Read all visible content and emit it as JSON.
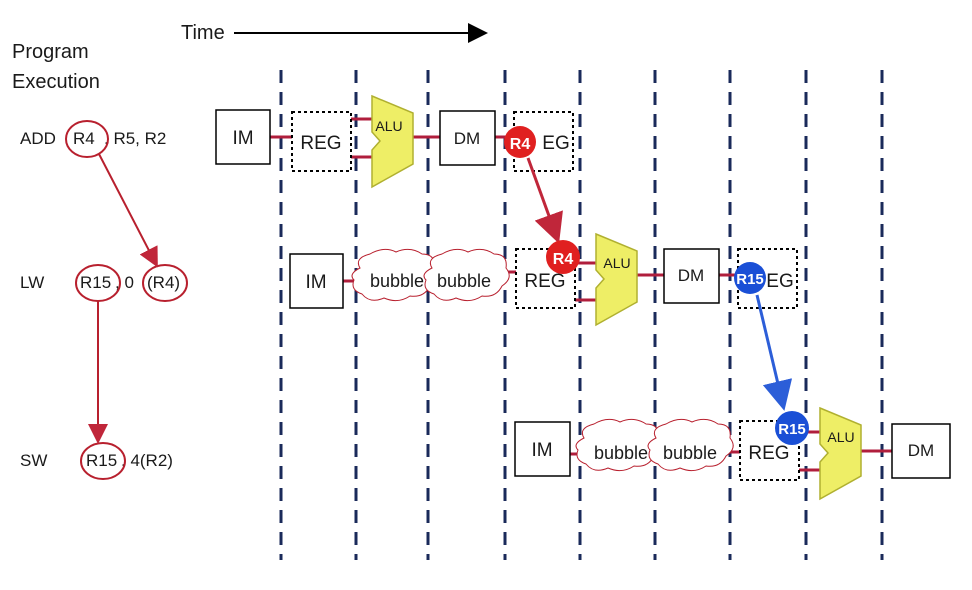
{
  "header": {
    "program_execution_line1": "Program",
    "program_execution_line2": "Execution",
    "time_label": "Time"
  },
  "instructions": {
    "add": {
      "opcode": "ADD",
      "dest": "R4",
      "src1": ", R5, R2"
    },
    "lw": {
      "opcode": "LW",
      "dest": "R15",
      "offset": ", 0",
      "base": "(R4)"
    },
    "sw": {
      "opcode": "SW",
      "src": "R15",
      "addr": ", 4(R2)"
    }
  },
  "stages": {
    "im": "IM",
    "reg": "REG",
    "alu": "ALU",
    "dm": "DM",
    "bubble": "bubble",
    "reg_suffix": "EG"
  },
  "forwarding": {
    "add_badge": "R4",
    "lw_badge": "R4",
    "lw_out_badge": "R15",
    "sw_badge": "R15"
  },
  "colors": {
    "pipeline_wire": "#b01e3c",
    "hazard_circle": "#b8202e",
    "divider": "#1a2a5a",
    "alu_fill": "#eeee66",
    "alu_stroke": "#b0b030",
    "badge_red": "#e02020",
    "badge_blue": "#1a4fd6",
    "arrow_red": "#c0263a",
    "arrow_blue": "#2c5ed8"
  }
}
